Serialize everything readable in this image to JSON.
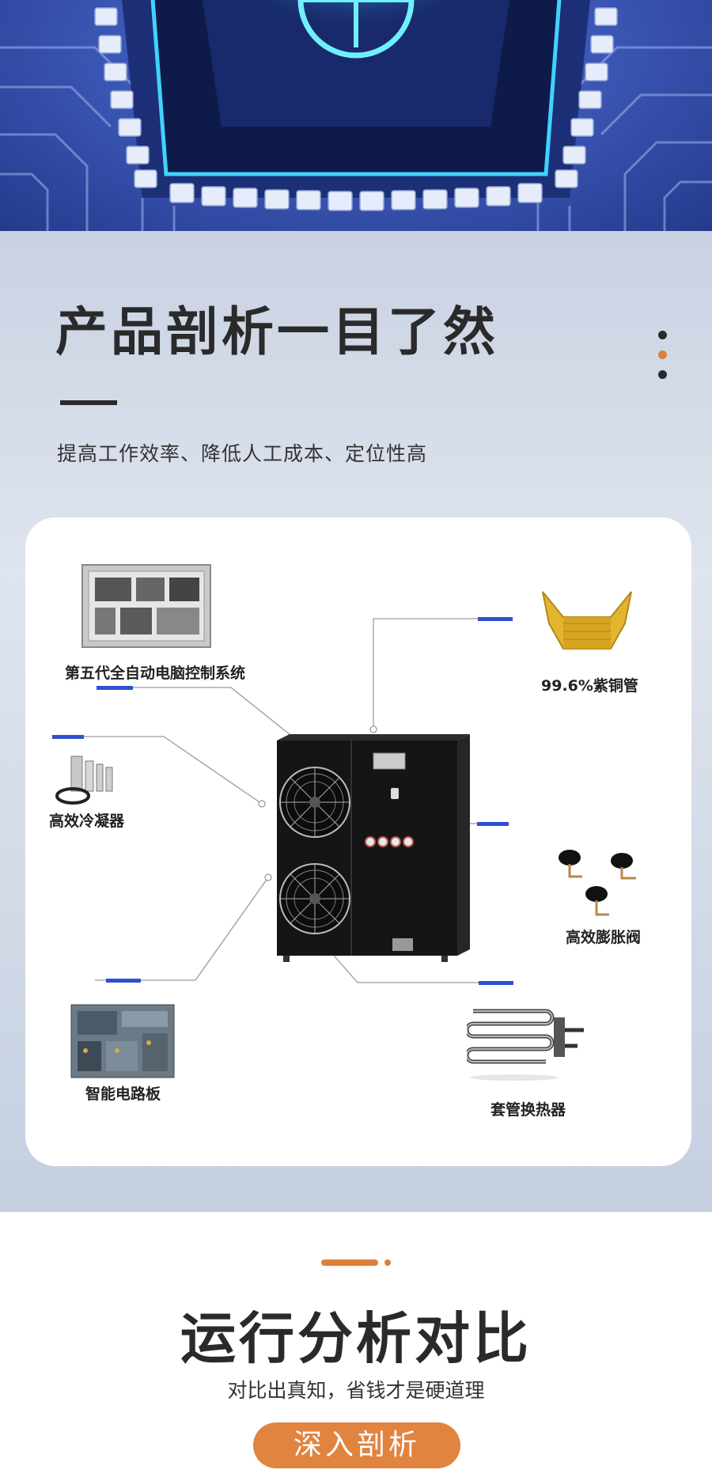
{
  "analysis": {
    "title": "产品剖析一目了然",
    "subtitle": "提高工作效率、降低人工成本、定位性高",
    "components": [
      {
        "id": "control-system",
        "label": "第五代全自动电脑控制系统"
      },
      {
        "id": "copper-pipe",
        "label": "99.6%紫铜管"
      },
      {
        "id": "condenser",
        "label": "高效冷凝器"
      },
      {
        "id": "expansion-valve",
        "label": "高效膨胀阀"
      },
      {
        "id": "circuit-board",
        "label": "智能电路板"
      },
      {
        "id": "heat-exchanger",
        "label": "套管换热器"
      }
    ],
    "accent_color": "#2f4fd2",
    "dot_colors": [
      "#2a2a2a",
      "#df7f3a",
      "#2a2a2a"
    ]
  },
  "run": {
    "title": "运行分析对比",
    "subtitle": "对比出真知，省钱才是硬道理",
    "button_label": "深入剖析",
    "accent_color": "#df7f3a"
  }
}
